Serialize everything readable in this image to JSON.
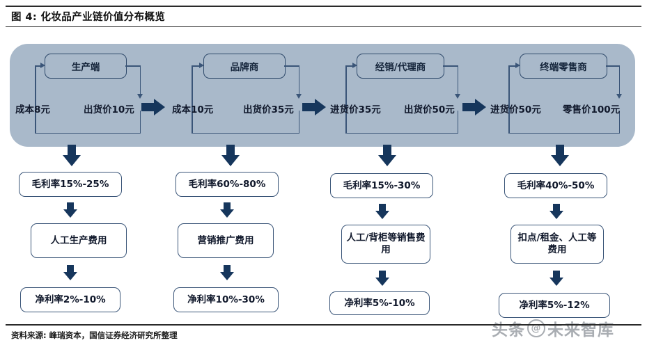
{
  "header": {
    "figure_label": "图 4:",
    "title": "图 4:  化妆品产业链价值分布概览"
  },
  "chain": {
    "stages": [
      {
        "name": "生产端",
        "input_price": "成本8元",
        "output_price": "出货价10元",
        "gross_margin": "毛利率15%-25%",
        "expense": "人工生产费用",
        "net_margin": "净利率2%-10%"
      },
      {
        "name": "品牌商",
        "input_price": "成本10元",
        "output_price": "出货价35元",
        "gross_margin": "毛利率60%-80%",
        "expense": "营销推广费用",
        "net_margin": "净利率10%-30%"
      },
      {
        "name": "经销/代理商",
        "input_price": "进货价35元",
        "output_price": "出货价50元",
        "gross_margin": "毛利率15%-30%",
        "expense": "人工/背柜等销售费用",
        "net_margin": "净利率5%-10%"
      },
      {
        "name": "终端零售商",
        "input_price": "进货价50元",
        "output_price": "零售价100元",
        "gross_margin": "毛利率40%-50%",
        "expense": "扣点/租金、人工等费用",
        "net_margin": "净利率5%-12%"
      }
    ]
  },
  "footer": {
    "source": "资料来源: 峰瑞资本，国信证券经济研究所整理"
  },
  "watermark": {
    "prefix": "头条",
    "at": "@",
    "suffix": "未来智库"
  },
  "colors": {
    "panel_bg": "#a9b9ca",
    "line_navy": "#3a5578",
    "arrow_navy": "#16365c",
    "box_border": "#3a5578",
    "text_dark": "#10182b"
  }
}
